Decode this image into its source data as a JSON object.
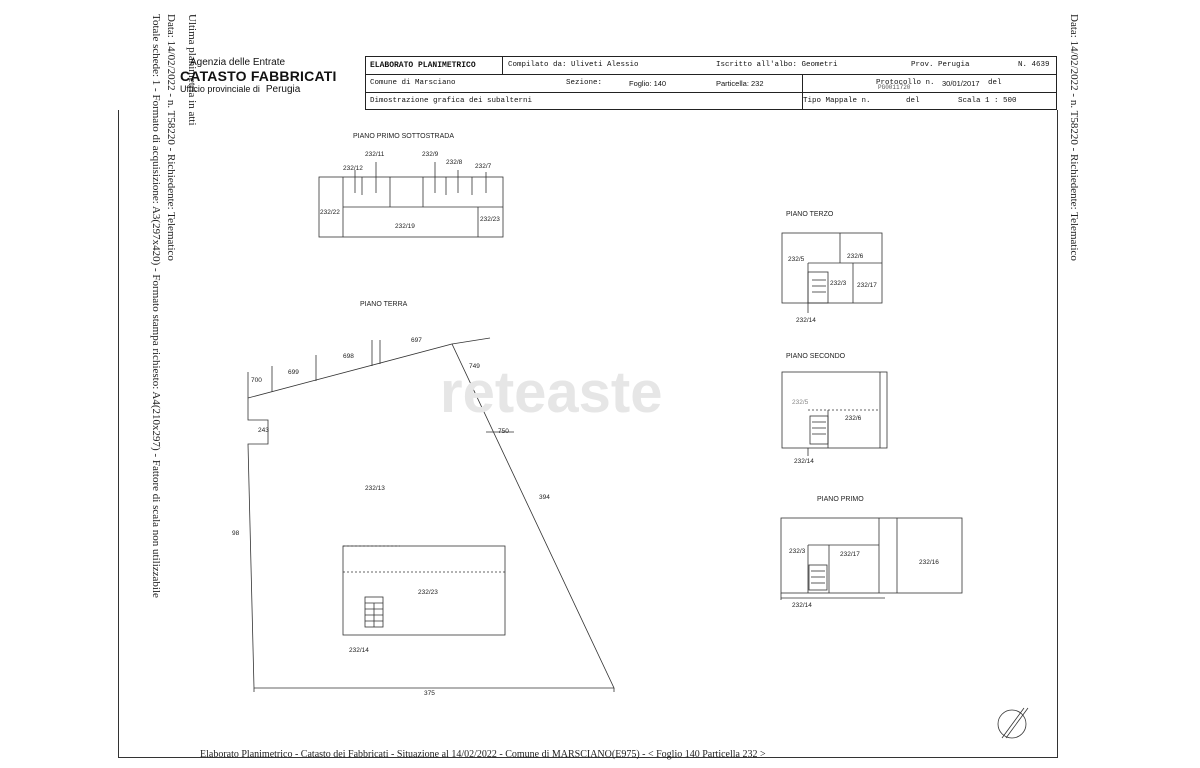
{
  "vertical_notes": {
    "left_1": "Ultima planimetria in atti",
    "left_2": "Data: 14/02/2022 - n. T58220 - Richiedente: Telematico",
    "left_3": "Totale schede: 1 - Formato di acquisizione: A3(297x420) - Formato stampa richiesto: A4(210x297) - Fattore di scala non utilizzabile",
    "right": "Data: 14/02/2022 - n. T58220 - Richiedente: Telematico"
  },
  "agency": {
    "line1": "Agenzia delle Entrate",
    "line2": "CATASTO FABBRICATI",
    "line3": "Ufficio provinciale di",
    "province": "Perugia"
  },
  "header": {
    "title": "ELABORATO PLANIMETRICO",
    "compiled_by": "Compilato da: Uliveti Alessio",
    "registered": "Iscritto all'albo: Geometri",
    "prov": "Prov. Perugia",
    "number": "N. 4639",
    "comune": "Comune di Marsciano",
    "sezione": "Sezione:",
    "foglio": "Foglio: 140",
    "particella": "Particella: 232",
    "protocollo": "Protocollo n.",
    "protocollo_num": "PG0011720",
    "protocollo_date": "30/01/2017",
    "del1": "del",
    "dimostrazione": "Dimostrazione grafica dei subalterni",
    "tipo": "Tipo Mappale n.",
    "del2": "del",
    "scala": "Scala 1 : 500"
  },
  "plans": {
    "primo_sottostrada": {
      "title": "PIANO PRIMO SOTTOSTRADA",
      "labels": [
        "232/12",
        "232/11",
        "232/9",
        "232/8",
        "232/7",
        "232/22",
        "232/19",
        "232/23"
      ]
    },
    "terra": {
      "title": "PIANO TERRA",
      "labels": [
        "697",
        "698",
        "699",
        "700",
        "749",
        "243",
        "750",
        "394",
        "232/13",
        "98",
        "232/23",
        "232/14",
        "375"
      ]
    },
    "terzo": {
      "title": "PIANO TERZO",
      "labels": [
        "232/5",
        "232/6",
        "232/3",
        "232/17",
        "232/14"
      ]
    },
    "secondo": {
      "title": "PIANO SECONDO",
      "labels": [
        "232/5",
        "232/6",
        "232/14"
      ]
    },
    "primo": {
      "title": "PIANO PRIMO",
      "labels": [
        "232/3",
        "232/17",
        "232/16",
        "232/14"
      ]
    }
  },
  "watermark": "reteaste",
  "footer": "Elaborato Planimetrico - Catasto dei Fabbricati - Situazione al 14/02/2022 - Comune di MARSCIANO(E975) - < Foglio 140 Particella 232 >"
}
